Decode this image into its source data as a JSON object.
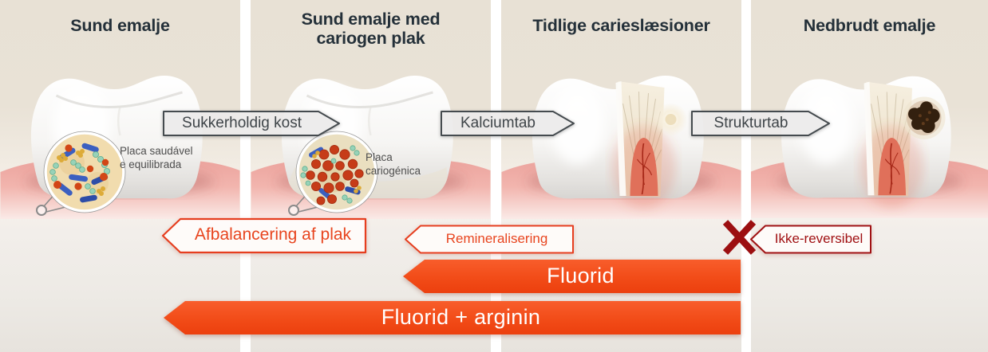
{
  "panels": [
    {
      "id": "healthy",
      "title": "Sund emalje",
      "inset_label": "Placa saudável e equilibrada"
    },
    {
      "id": "plaque",
      "title": "Sund emalje med cariogen plak",
      "inset_label": "Placa cariogénica"
    },
    {
      "id": "early-caries",
      "title": "Tidlige carieslæsioner"
    },
    {
      "id": "broken",
      "title": "Nedbrudt emalje"
    }
  ],
  "progression_arrows": [
    {
      "label": "Sukkerholdig kost"
    },
    {
      "label": "Kalciumtab"
    },
    {
      "label": "Strukturtab"
    }
  ],
  "reversal_arrows": [
    {
      "label": "Afbalancering af plak"
    },
    {
      "label": "Remineralisering"
    },
    {
      "label": "Ikke-reversibel",
      "blocked": true
    }
  ],
  "treatment_arrows": [
    {
      "label": "Fluorid"
    },
    {
      "label": "Fluorid + arginin"
    }
  ],
  "colors": {
    "accent_orange": "#f3501e",
    "outline_red": "#e63e1f",
    "dark_red": "#a01113",
    "title_text": "#243039",
    "gray_arrow_border": "#454b4f",
    "panel_background": "#e8e1d5"
  }
}
